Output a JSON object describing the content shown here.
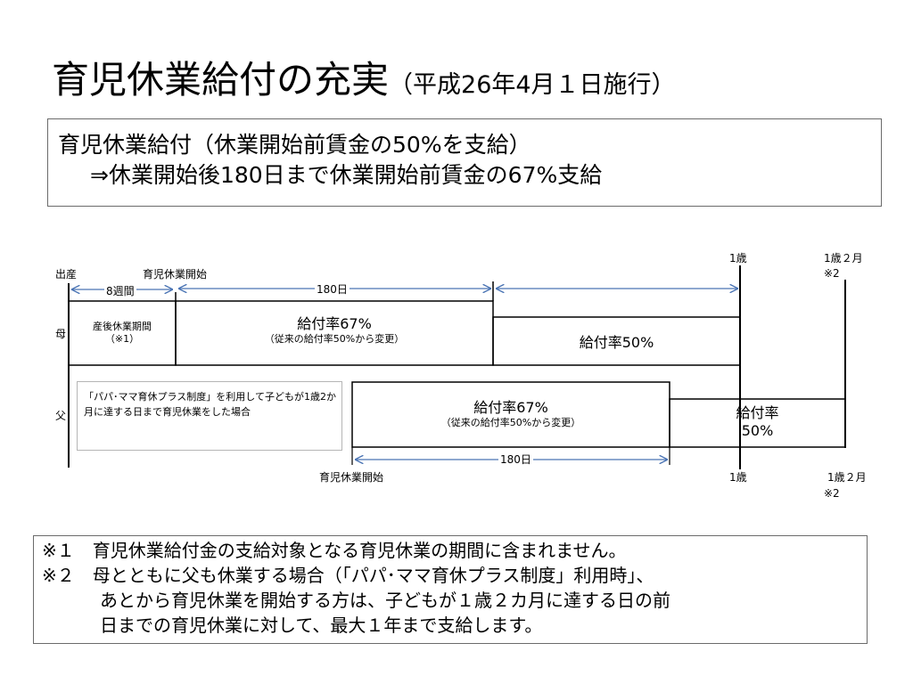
{
  "title": {
    "main": "育児休業給付の充実",
    "sub": "（平成26年4月１日施行）"
  },
  "summary": {
    "line1": "育児休業給付（休業開始前賃金の50%を支給）",
    "line2": "⇒休業開始後180日まで休業開始前賃金の67%支給"
  },
  "diagram": {
    "labels": {
      "birth": "出産",
      "leave_start_top": "育児休業開始",
      "weeks8": "8週間",
      "days180_top": "180日",
      "age1_top": "1歳",
      "age1y2m_top": "1歳２月",
      "note2_top": "※2",
      "mother": "母",
      "father": "父",
      "days180_bottom": "180日",
      "leave_start_bottom": "育児休業開始",
      "age1_bottom": "1歳",
      "age1y2m_bottom": "1歳２月",
      "note2_bottom": "※2"
    },
    "mother_cells": {
      "postnatal": "産後休業期間",
      "postnatal_note": "（※1）",
      "rate67": "給付率67%",
      "rate67_note": "（従来の給付率50%から変更）",
      "rate50": "給付率50%"
    },
    "father_cells": {
      "condition": "「パパ･ママ育休プラス制度」を利用して子どもが1歳2か月に達する日まで育児休業をした場合",
      "rate67": "給付率67%",
      "rate67_note": "（従来の給付率50%から変更）",
      "rate50_line1": "給付率",
      "rate50_line2": "50%"
    }
  },
  "notes": {
    "n1": "※１　育児休業給付金の支給対象となる育児休業の期間に含まれません。",
    "n2": "※２　母とともに父も休業する場合（「パパ･ママ育休プラス制度」利用時」、",
    "n2b": "あとから育児休業を開始する方は、子どもが１歳２カ月に達する日の前",
    "n2c": "日までの育児休業に対して、最大１年まで支給します。"
  },
  "colors": {
    "arrow": "#4a74b4",
    "line": "#000000",
    "border": "#6b6b6b"
  }
}
